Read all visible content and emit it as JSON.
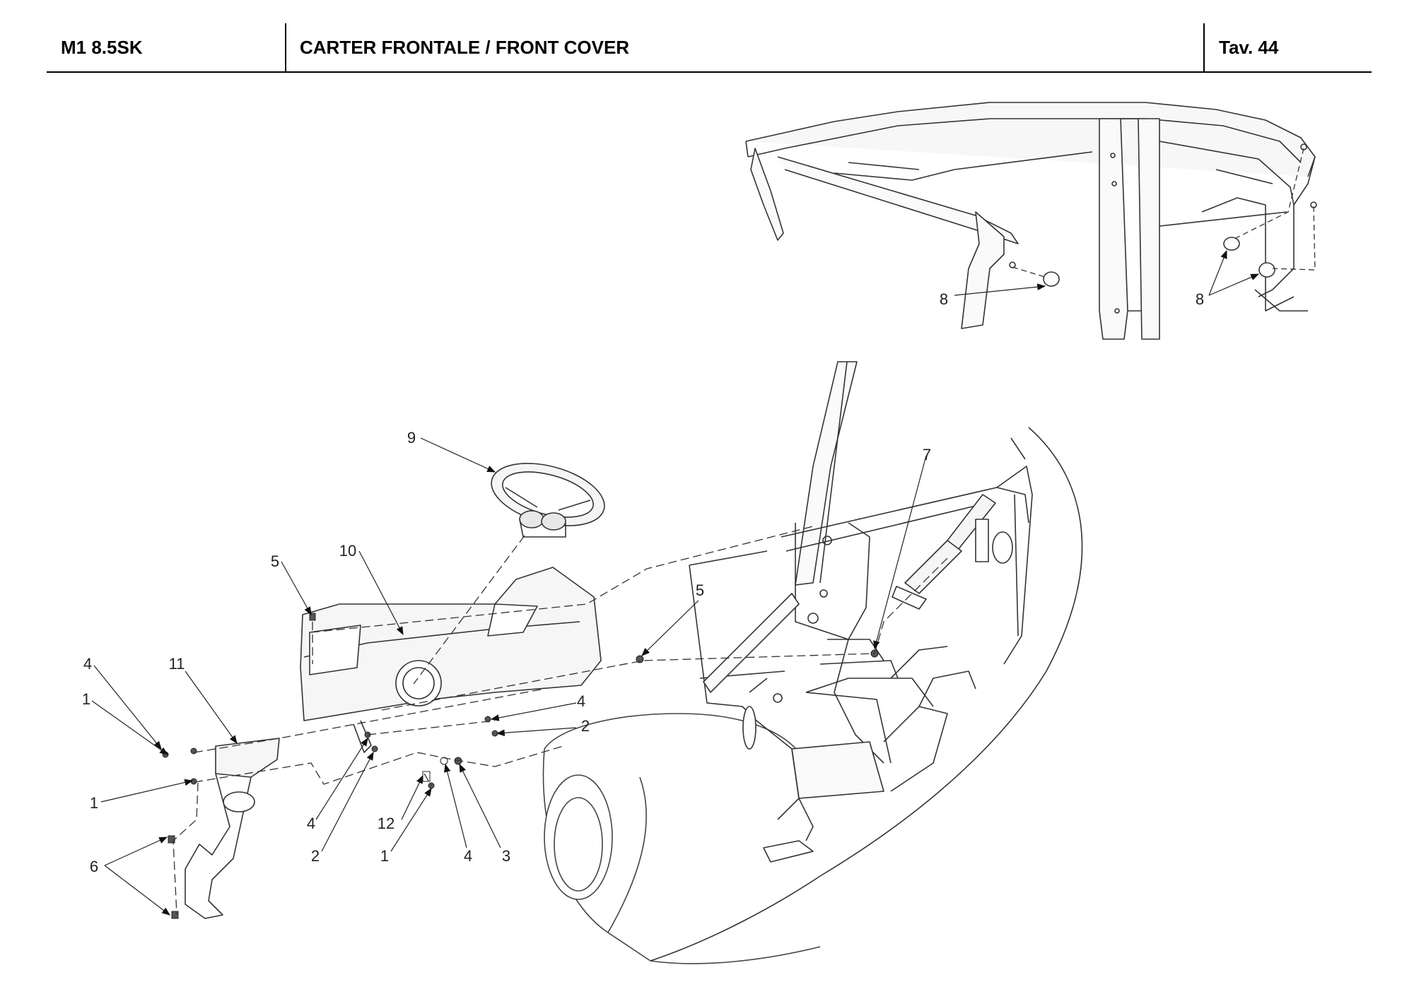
{
  "header": {
    "model": "M1 8.5SK",
    "title": "CARTER FRONTALE / FRONT COVER",
    "table": "Tav. 44"
  },
  "callouts": [
    {
      "id": "c8a",
      "label": "8"
    },
    {
      "id": "c8b",
      "label": "8"
    },
    {
      "id": "c9",
      "label": "9"
    },
    {
      "id": "c7",
      "label": "7"
    },
    {
      "id": "c5a",
      "label": "5"
    },
    {
      "id": "c10",
      "label": "10"
    },
    {
      "id": "c5b",
      "label": "5"
    },
    {
      "id": "c4a",
      "label": "4"
    },
    {
      "id": "c11",
      "label": "11"
    },
    {
      "id": "c1a",
      "label": "1"
    },
    {
      "id": "c4b",
      "label": "4"
    },
    {
      "id": "c2a",
      "label": "2"
    },
    {
      "id": "c1b",
      "label": "1"
    },
    {
      "id": "c6",
      "label": "6"
    },
    {
      "id": "c4c",
      "label": "4"
    },
    {
      "id": "c2b",
      "label": "2"
    },
    {
      "id": "c12",
      "label": "12"
    },
    {
      "id": "c1c",
      "label": "1"
    },
    {
      "id": "c4d",
      "label": "4"
    },
    {
      "id": "c3",
      "label": "3"
    }
  ]
}
